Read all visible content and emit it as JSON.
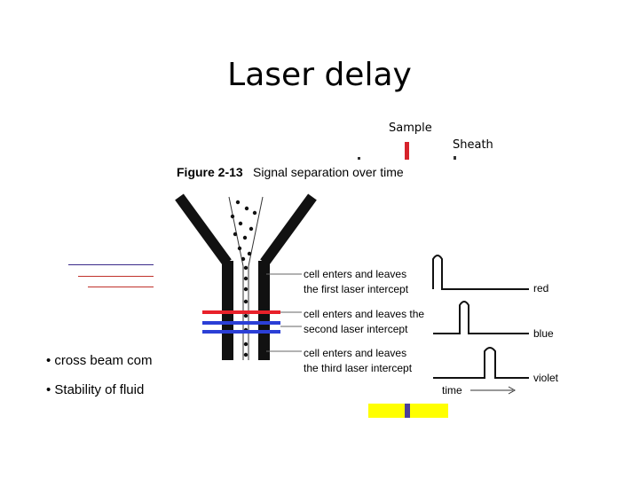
{
  "slide": {
    "title": "Laser delay",
    "sample_label": "Sample",
    "sheath_label": "Sheath",
    "bullets": [
      "• cross beam com",
      "• Stability of fluid"
    ]
  },
  "figure": {
    "caption_number": "Figure 2-13",
    "caption_text": "Signal separation over time",
    "intercepts": [
      {
        "line1": "cell enters and leaves",
        "line2": "the first laser intercept",
        "signal": "red"
      },
      {
        "line1": "cell enters and leaves the",
        "line2": "second laser intercept",
        "signal": "blue"
      },
      {
        "line1": "cell enters and leaves",
        "line2": "the third laser intercept",
        "signal": "violet"
      }
    ],
    "time_label": "time",
    "colors": {
      "red": "#e8212a",
      "blue": "#2b3fd6",
      "violet": "#5b2d8e",
      "yellow": "#ffff00"
    }
  }
}
